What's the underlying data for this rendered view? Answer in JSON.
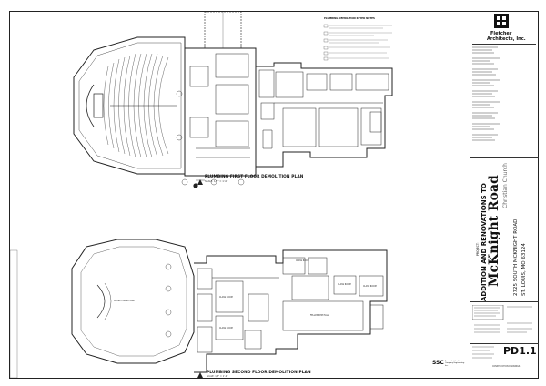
{
  "plans": {
    "first": {
      "title": "PLUMBING FIRST FLOOR DEMOLITION PLAN",
      "scale": "SCALE: 1/8\" = 1'-0\""
    },
    "second": {
      "title": "PLUMBING SECOND FLOOR DEMOLITION PLAN",
      "scale": "SCALE: 1/8\" = 1'-0\""
    }
  },
  "notes": {
    "heading": "PLUMBING DEMOLITION KEYED NOTES"
  },
  "rooms": {
    "sanctuary": "CHURCH SANCTUARY",
    "classroom_a": "CLASS ROOM",
    "classroom_b": "CLASS ROOM",
    "classroom_c": "CLASS ROOM",
    "classroom_d": "CLASS ROOM",
    "classroom_e": "CLASS ROOM",
    "fellowship": "FELLOWSHIP HALL"
  },
  "firm": {
    "name": "Fletcher",
    "name2": "Architects, Inc."
  },
  "project": {
    "label": "PROJECT:",
    "line1": "ADDITION AND RENOVATIONS TO",
    "name": "McKnight Road",
    "subtitle": "Christian Church",
    "address1": "2725 SOUTH MCKNIGHT ROAD",
    "address2": "ST. LOUIS, MO 63124"
  },
  "engineer": {
    "code": "SSC",
    "name": "Ross Schnitker & Company Engineering, Inc."
  },
  "sheet": {
    "number": "PD1.1",
    "issue": "CONSTRUCTION DRAWINGS"
  }
}
